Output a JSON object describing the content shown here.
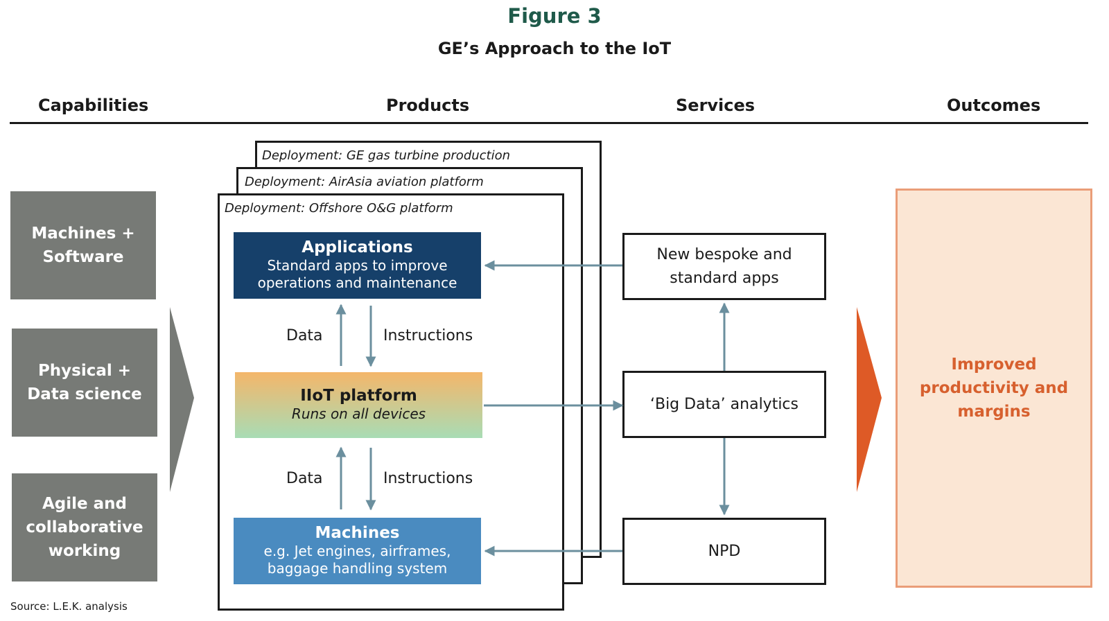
{
  "figure": {
    "label": "Figure 3",
    "title": "GE’s Approach to the IoT"
  },
  "columns": {
    "capabilities": "Capabilities",
    "products": "Products",
    "services": "Services",
    "outcomes": "Outcomes"
  },
  "capabilities": [
    {
      "line1": "Machines +",
      "line2": "Software"
    },
    {
      "line1": "Physical +",
      "line2": "Data science"
    },
    {
      "line1": "Agile and",
      "line2": "collaborative",
      "line3": "working"
    }
  ],
  "deployments": [
    "Deployment: GE gas turbine production",
    "Deployment: AirAsia aviation platform",
    "Deployment: Offshore O&G platform"
  ],
  "products": {
    "applications": {
      "title": "Applications",
      "line1": "Standard apps to improve",
      "line2": "operations and maintenance"
    },
    "platform": {
      "title": "IIoT platform",
      "subtitle": "Runs on all devices"
    },
    "machines": {
      "title": "Machines",
      "line1": "e.g. Jet engines, airframes,",
      "line2": "baggage handling system"
    }
  },
  "flows": {
    "upper_data": "Data",
    "upper_instructions": "Instructions",
    "lower_data": "Data",
    "lower_instructions": "Instructions"
  },
  "services": {
    "apps": {
      "line1": "New bespoke and",
      "line2": "standard apps"
    },
    "analytics": "‘Big Data’ analytics",
    "npd": "NPD"
  },
  "outcome": {
    "line1": "Improved",
    "line2": "productivity and",
    "line3": "margins"
  },
  "source": "Source: L.E.K. analysis",
  "colors": {
    "figure_label": "#1f5a4a",
    "capability_fill": "#777a76",
    "applications_fill": "#16406a",
    "machines_fill": "#4a8bc0",
    "platform_gradient_top": "#f4b66a",
    "platform_gradient_bottom": "#a8dcb5",
    "arrow": "#6b8f9e",
    "outcome_fill": "#fbe6d4",
    "outcome_border": "#ea9d78",
    "outcome_text": "#d7602e",
    "outcome_chevron": "#de5a26"
  }
}
